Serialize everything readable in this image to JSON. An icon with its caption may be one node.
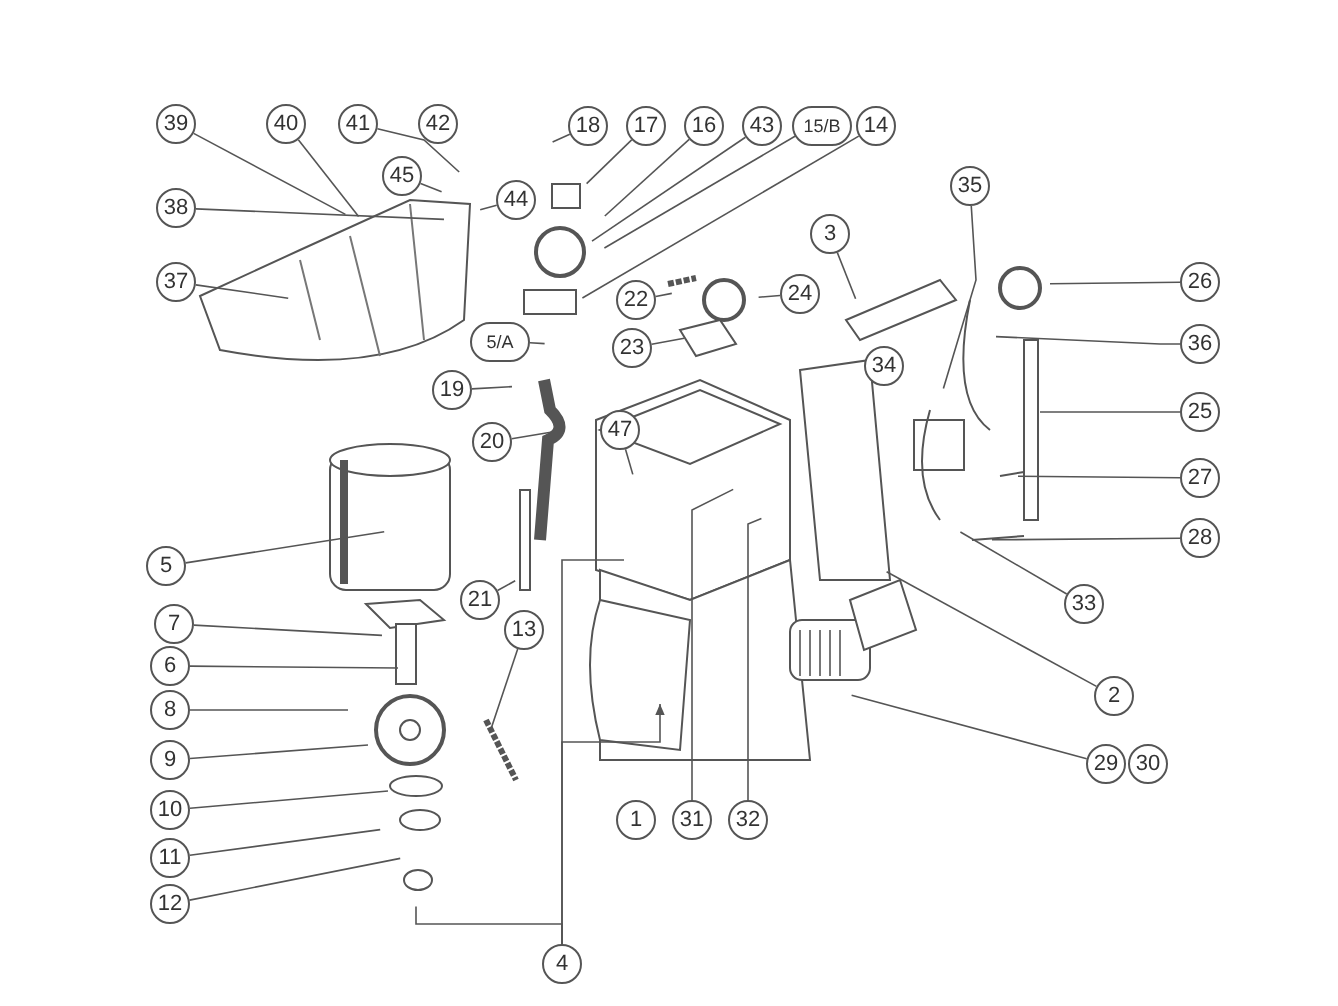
{
  "diagram": {
    "nodes": [
      {
        "text": [
          "39"
        ]
      },
      {
        "text": [
          "40"
        ]
      },
      {
        "text": [
          "41"
        ]
      },
      {
        "text": [
          "42"
        ]
      },
      {
        "text": [
          "18"
        ]
      },
      {
        "text": [
          "17"
        ]
      },
      {
        "text": [
          "16"
        ]
      },
      {
        "text": [
          "43"
        ]
      },
      {
        "text": [
          "15/B"
        ]
      },
      {
        "text": [
          "14"
        ]
      },
      {
        "text": [
          "45"
        ]
      },
      {
        "text": [
          "44"
        ]
      },
      {
        "text": [
          "38"
        ]
      },
      {
        "text": [
          "35"
        ]
      },
      {
        "text": [
          "3"
        ]
      },
      {
        "text": [
          "37"
        ]
      },
      {
        "text": [
          "26"
        ]
      },
      {
        "text": [
          "22"
        ]
      },
      {
        "text": [
          "24"
        ]
      },
      {
        "text": [
          "5/A"
        ]
      },
      {
        "text": [
          "23"
        ]
      },
      {
        "text": [
          "36"
        ]
      },
      {
        "text": [
          "34"
        ]
      },
      {
        "text": [
          "19"
        ]
      },
      {
        "text": [
          "25"
        ]
      },
      {
        "text": [
          "47"
        ]
      },
      {
        "text": [
          "20"
        ]
      },
      {
        "text": [
          "27"
        ]
      },
      {
        "text": [
          "28"
        ]
      },
      {
        "text": [
          "5"
        ]
      },
      {
        "text": [
          "21"
        ]
      },
      {
        "text": [
          "33"
        ]
      },
      {
        "text": [
          "7"
        ]
      },
      {
        "text": [
          "13"
        ]
      },
      {
        "text": [
          "6"
        ]
      },
      {
        "text": [
          "2"
        ]
      },
      {
        "text": [
          "8"
        ]
      },
      {
        "text": [
          "9"
        ]
      },
      {
        "text": [
          "29"
        ]
      },
      {
        "text": [
          "30"
        ]
      },
      {
        "text": [
          "10"
        ]
      },
      {
        "text": [
          "1"
        ]
      },
      {
        "text": [
          "31"
        ]
      },
      {
        "text": [
          "32"
        ]
      },
      {
        "text": [
          "11"
        ]
      },
      {
        "text": [
          "12"
        ]
      },
      {
        "text": [
          "4"
        ]
      }
    ],
    "edges": [
      {
        "from": 0,
        "to": null,
        "arrow": "none"
      },
      {
        "from": 1,
        "to": null,
        "arrow": "none"
      },
      {
        "from": 2,
        "to": null,
        "arrow": "none"
      },
      {
        "from": 4,
        "to": null,
        "arrow": "none"
      },
      {
        "from": 5,
        "to": null,
        "arrow": "none"
      },
      {
        "from": 6,
        "to": null,
        "arrow": "none"
      },
      {
        "from": 7,
        "to": null,
        "arrow": "none"
      },
      {
        "from": 8,
        "to": null,
        "arrow": "none"
      },
      {
        "from": 9,
        "to": null,
        "arrow": "none"
      },
      {
        "from": 10,
        "to": null,
        "arrow": "none"
      },
      {
        "from": 11,
        "to": null,
        "arrow": "none"
      },
      {
        "from": 12,
        "to": null,
        "arrow": "none"
      },
      {
        "from": 13,
        "to": null,
        "arrow": "none"
      },
      {
        "from": 14,
        "to": null,
        "arrow": "none"
      },
      {
        "from": 15,
        "to": null,
        "arrow": "none"
      },
      {
        "from": 16,
        "to": null,
        "arrow": "none"
      },
      {
        "from": 17,
        "to": null,
        "arrow": "none"
      },
      {
        "from": 18,
        "to": null,
        "arrow": "none"
      },
      {
        "from": 19,
        "to": null,
        "arrow": "none"
      },
      {
        "from": 20,
        "to": null,
        "arrow": "none"
      },
      {
        "from": 21,
        "to": null,
        "arrow": "none"
      },
      {
        "from": 23,
        "to": null,
        "arrow": "none"
      },
      {
        "from": 24,
        "to": null,
        "arrow": "none"
      },
      {
        "from": 25,
        "to": null,
        "arrow": "none"
      },
      {
        "from": 26,
        "to": null,
        "arrow": "none"
      },
      {
        "from": 27,
        "to": null,
        "arrow": "none"
      },
      {
        "from": 28,
        "to": null,
        "arrow": "none"
      },
      {
        "from": 29,
        "to": null,
        "arrow": "none"
      },
      {
        "from": 30,
        "to": null,
        "arrow": "none"
      },
      {
        "from": 31,
        "to": null,
        "arrow": "none"
      },
      {
        "from": 32,
        "to": null,
        "arrow": "none"
      },
      {
        "from": 33,
        "to": null,
        "arrow": "none"
      },
      {
        "from": 34,
        "to": null,
        "arrow": "none"
      },
      {
        "from": 35,
        "to": null,
        "arrow": "none"
      },
      {
        "from": 36,
        "to": null,
        "arrow": "none"
      },
      {
        "from": 37,
        "to": null,
        "arrow": "none"
      },
      {
        "from": 38,
        "to": null,
        "arrow": "none"
      },
      {
        "from": 40,
        "to": null,
        "arrow": "none"
      },
      {
        "from": 42,
        "to": null,
        "arrow": "none"
      },
      {
        "from": 43,
        "to": null,
        "arrow": "none"
      },
      {
        "from": 44,
        "to": null,
        "arrow": "none"
      },
      {
        "from": 45,
        "to": null,
        "arrow": "none"
      },
      {
        "from": 46,
        "to": null,
        "arrow": "none"
      },
      {
        "from": 46,
        "to": null,
        "arrow": "to"
      },
      {
        "from": 46,
        "to": null,
        "arrow": "none"
      }
    ]
  }
}
